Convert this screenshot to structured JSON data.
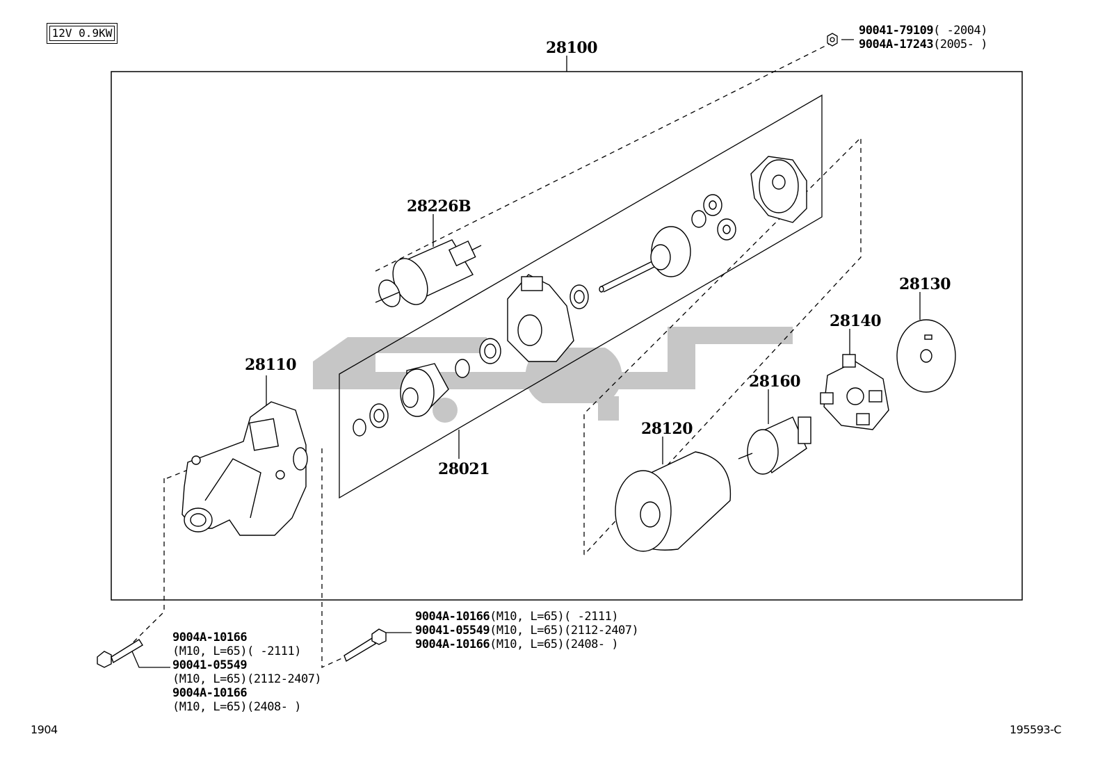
{
  "spec": "12V 0.9KW",
  "callouts": {
    "assembly": "28100",
    "solenoid": "28226B",
    "housing": "28110",
    "clutch_set": "28021",
    "yoke": "28120",
    "armature": "28160",
    "brush_holder": "28140",
    "end_frame": "28130"
  },
  "nut_parts": [
    {
      "part": "90041-79109",
      "range": "(      -2004)"
    },
    {
      "part": "9004A-17243",
      "range": "(2005-      )"
    }
  ],
  "left_bolt": [
    {
      "part": "9004A-10166",
      "spec": "(M10, L=65)(      -2111)"
    },
    {
      "part": "90041-05549",
      "spec": "(M10, L=65)(2112-2407)"
    },
    {
      "part": "9004A-10166",
      "spec": "(M10, L=65)(2408-      )"
    }
  ],
  "right_bolt": [
    {
      "part": "9004A-10166",
      "spec": "(M10, L=65)(      -2111)"
    },
    {
      "part": "90041-05549",
      "spec": "(M10, L=65)(2112-2407)"
    },
    {
      "part": "9004A-10166",
      "spec": "(M10, L=65)(2408-      )"
    }
  ],
  "footer_left": "1904",
  "footer_right": "195593-C",
  "colors": {
    "line": "#000000",
    "watermark": "#c4c4c4"
  }
}
